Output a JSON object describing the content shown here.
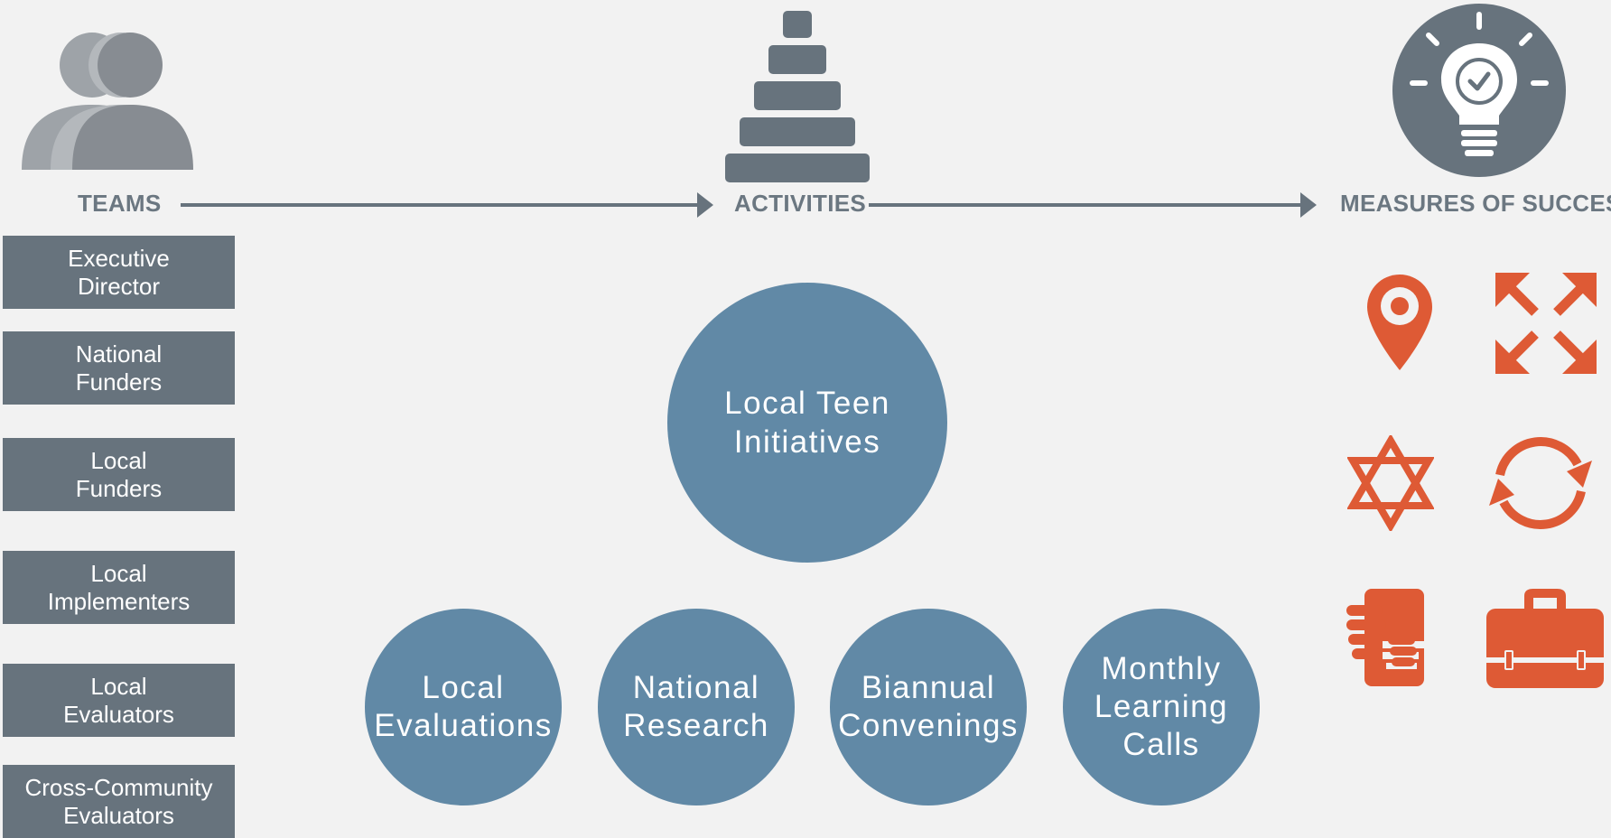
{
  "headers": {
    "teams": "TEAMS",
    "activities": "ACTIVITIES",
    "measures": "MEASURES OF SUCCESS"
  },
  "teams": [
    {
      "line1": "Executive",
      "line2": "Director"
    },
    {
      "line1": "National",
      "line2": "Funders"
    },
    {
      "line1": "Local",
      "line2": "Funders"
    },
    {
      "line1": "Local",
      "line2": "Implementers"
    },
    {
      "line1": "Local",
      "line2": "Evaluators"
    },
    {
      "line1": "Cross-Community",
      "line2": "Evaluators"
    }
  ],
  "activities": {
    "main": {
      "line1": "Local Teen",
      "line2": "Initiatives"
    },
    "sub": [
      {
        "line1": "Local",
        "line2": "Evaluations"
      },
      {
        "line1": "National",
        "line2": "Research"
      },
      {
        "line1": "Biannual",
        "line2": "Convenings"
      },
      {
        "line1": "Monthly",
        "line2": "Learning",
        "line3": "Calls"
      }
    ]
  },
  "icons": {
    "teams": "people-icon",
    "activities": "stacked-rings-icon",
    "measures": "lightbulb-icon",
    "measure_grid": [
      "map-pin-icon",
      "expand-arrows-icon",
      "star-of-david-icon",
      "cycle-arrows-icon",
      "handshake-icon",
      "briefcase-icon"
    ]
  },
  "colors": {
    "gray_dark": "#67737d",
    "circle_blue": "#6189a6",
    "accent_orange": "#de5a35",
    "background": "#f2f2f2"
  }
}
